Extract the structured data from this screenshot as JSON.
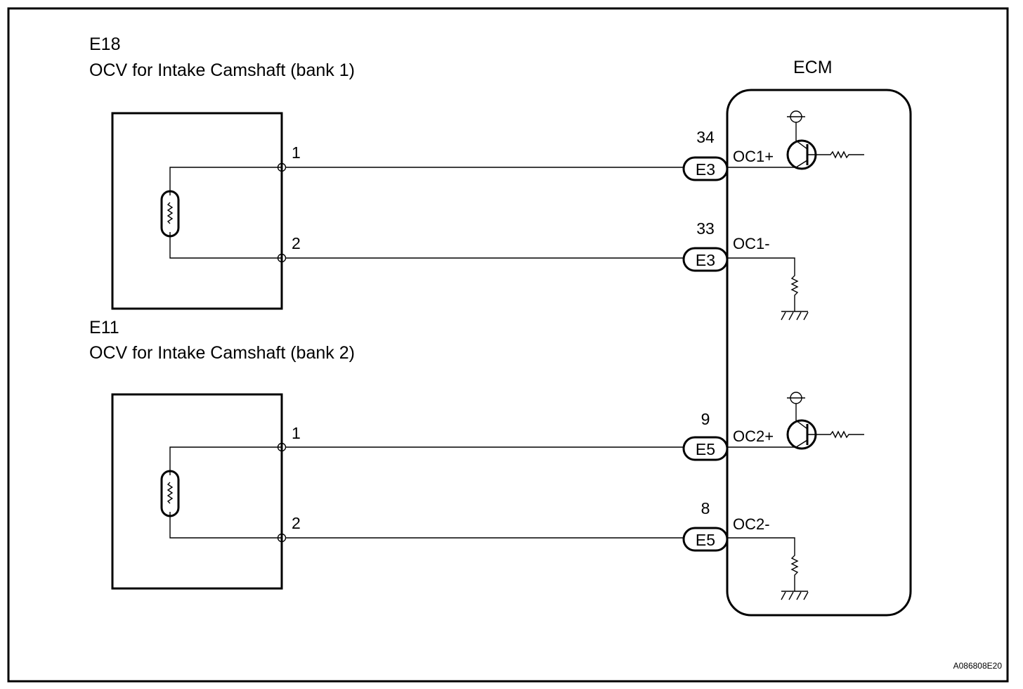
{
  "components": {
    "e18": {
      "code": "E18",
      "title": "OCV for Intake Camshaft (bank 1)",
      "pin1": "1",
      "pin2": "2"
    },
    "e11": {
      "code": "E11",
      "title": "OCV for Intake Camshaft (bank 2)",
      "pin1": "1",
      "pin2": "2"
    }
  },
  "ecm": {
    "title": "ECM",
    "terminals": [
      {
        "pin": "34",
        "connector": "E3",
        "signal": "OC1+"
      },
      {
        "pin": "33",
        "connector": "E3",
        "signal": "OC1-"
      },
      {
        "pin": "9",
        "connector": "E5",
        "signal": "OC2+"
      },
      {
        "pin": "8",
        "connector": "E5",
        "signal": "OC2-"
      }
    ]
  },
  "figure_ref": "A086808E20"
}
